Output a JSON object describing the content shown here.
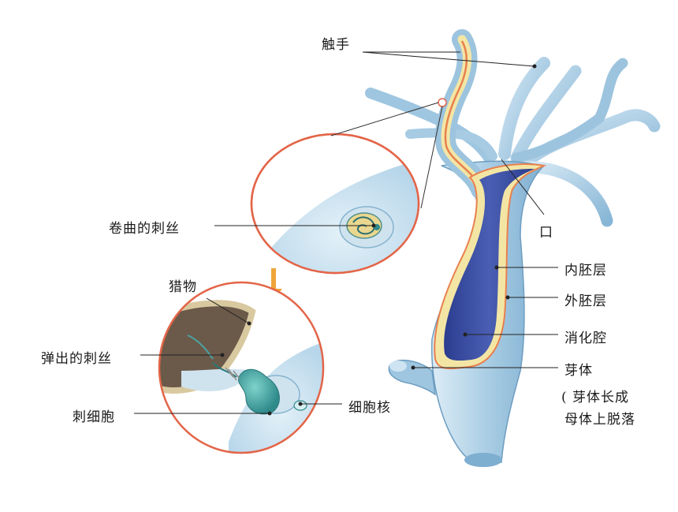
{
  "labels": {
    "tentacle": "触手",
    "mouth": "口",
    "endoderm": "内胚层",
    "ectoderm": "外胚层",
    "gastric_cavity": "消化腔",
    "bud": "芽体",
    "bud_note_line1": "( 芽体长成",
    "bud_note_line2": "母体上脱落",
    "coiled_thread": "卷曲的刺丝",
    "prey": "猎物",
    "ejected_thread": "弹出的刺丝",
    "cnidocyte": "刺细胞",
    "nucleus": "细胞核"
  },
  "colors": {
    "body_blue": "#a9cde4",
    "body_blue_dark": "#7eaed0",
    "cavity_purple": "#3a4ea0",
    "endoderm_yellow": "#f3e6a5",
    "ectoderm_red": "#e8804f",
    "circle_border": "#e36548",
    "arrow_orange": "#f0a53a",
    "prey_brown": "#6b5a4a",
    "cell_teal": "#4aa5a3"
  }
}
